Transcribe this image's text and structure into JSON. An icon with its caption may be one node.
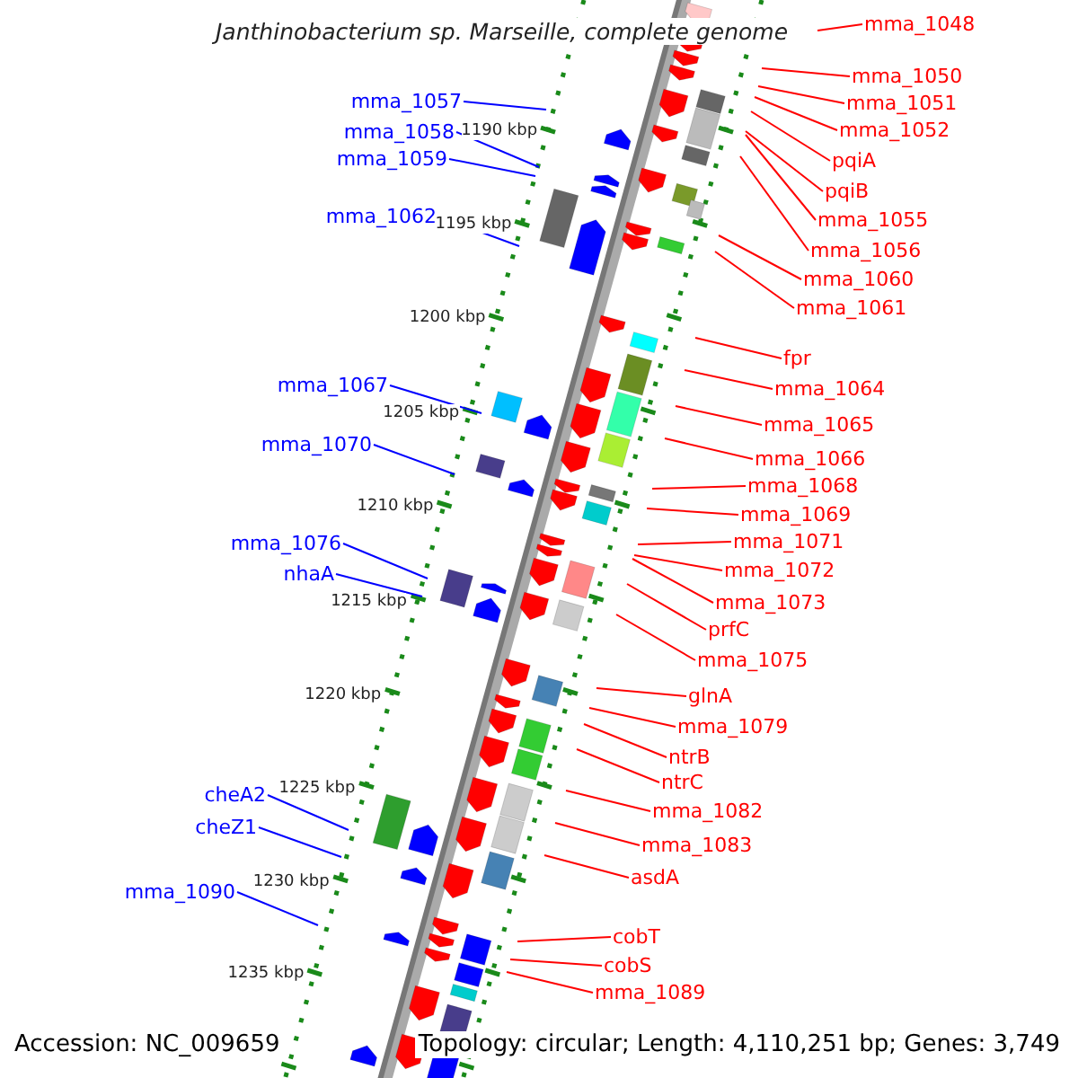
{
  "diagram": {
    "title": "Janthinobacterium sp. Marseille, complete genome",
    "nodes": [
      {
        "text": [
          "mma_1048"
        ]
      },
      {
        "text": [
          "mma_1050"
        ]
      },
      {
        "text": [
          "mma_1057"
        ]
      },
      {
        "text": [
          "mma_1051"
        ]
      },
      {
        "text": [
          "mma_1052"
        ]
      },
      {
        "text": [
          "mma_1058"
        ]
      },
      {
        "text": [
          "mma_1059"
        ]
      },
      {
        "text": [
          "pqiA"
        ]
      },
      {
        "text": [
          "pqiB"
        ]
      },
      {
        "text": [
          "mma_1062"
        ]
      },
      {
        "text": [
          "mma_1055"
        ]
      },
      {
        "text": [
          "mma_1056"
        ]
      },
      {
        "text": [
          "mma_1060"
        ]
      },
      {
        "text": [
          "mma_1061"
        ]
      },
      {
        "text": [
          "fpr"
        ]
      },
      {
        "text": [
          "mma_1067"
        ]
      },
      {
        "text": [
          "mma_1064"
        ]
      },
      {
        "text": [
          "mma_1065"
        ]
      },
      {
        "text": [
          "mma_1070"
        ]
      },
      {
        "text": [
          "mma_1066"
        ]
      },
      {
        "text": [
          "mma_1068"
        ]
      },
      {
        "text": [
          "mma_1069"
        ]
      },
      {
        "text": [
          "mma_1071"
        ]
      },
      {
        "text": [
          "mma_1076"
        ]
      },
      {
        "text": [
          "mma_1072"
        ]
      },
      {
        "text": [
          "nhaA"
        ]
      },
      {
        "text": [
          "mma_1073"
        ]
      },
      {
        "text": [
          "prfC"
        ]
      },
      {
        "text": [
          "mma_1075"
        ]
      },
      {
        "text": [
          "glnA"
        ]
      },
      {
        "text": [
          "mma_1079"
        ]
      },
      {
        "text": [
          "ntrB"
        ]
      },
      {
        "text": [
          "ntrC"
        ]
      },
      {
        "text": [
          "cheA2"
        ]
      },
      {
        "text": [
          "mma_1082"
        ]
      },
      {
        "text": [
          "cheZ1"
        ]
      },
      {
        "text": [
          "mma_1083"
        ]
      },
      {
        "text": [
          "asdA"
        ]
      },
      {
        "text": [
          "mma_1090"
        ]
      },
      {
        "text": [
          "cobT"
        ]
      },
      {
        "text": [
          "cobS"
        ]
      },
      {
        "text": [
          "mma_1089"
        ]
      }
    ],
    "edges": [
      {
        "from": 0,
        "to": null,
        "arrow": "none"
      },
      {
        "from": 1,
        "to": null,
        "arrow": "none"
      },
      {
        "from": 2,
        "to": null,
        "arrow": "none",
        "color": "#0000ff"
      },
      {
        "from": 3,
        "to": null,
        "arrow": "none"
      },
      {
        "from": 4,
        "to": null,
        "arrow": "none"
      },
      {
        "from": 5,
        "to": null,
        "arrow": "none",
        "color": "#0000ff"
      },
      {
        "from": 6,
        "to": null,
        "arrow": "none",
        "color": "#0000ff"
      },
      {
        "from": 7,
        "to": null,
        "arrow": "none"
      },
      {
        "from": 8,
        "to": null,
        "arrow": "none"
      },
      {
        "from": 9,
        "to": null,
        "arrow": "none",
        "color": "#0000ff"
      },
      {
        "from": 10,
        "to": null,
        "arrow": "none"
      },
      {
        "from": 11,
        "to": null,
        "arrow": "none"
      },
      {
        "from": 12,
        "to": null,
        "arrow": "none"
      },
      {
        "from": 13,
        "to": null,
        "arrow": "none"
      },
      {
        "from": 14,
        "to": null,
        "arrow": "none"
      },
      {
        "from": 15,
        "to": null,
        "arrow": "none",
        "color": "#0000ff"
      },
      {
        "from": 16,
        "to": null,
        "arrow": "none"
      },
      {
        "from": 17,
        "to": null,
        "arrow": "none"
      },
      {
        "from": 18,
        "to": null,
        "arrow": "none",
        "color": "#0000ff"
      },
      {
        "from": 19,
        "to": null,
        "arrow": "none"
      },
      {
        "from": 20,
        "to": null,
        "arrow": "none"
      },
      {
        "from": 21,
        "to": null,
        "arrow": "none"
      },
      {
        "from": 22,
        "to": null,
        "arrow": "none"
      },
      {
        "from": 23,
        "to": null,
        "arrow": "none",
        "color": "#0000ff"
      },
      {
        "from": 24,
        "to": null,
        "arrow": "none"
      },
      {
        "from": 25,
        "to": null,
        "arrow": "none",
        "color": "#0000ff"
      },
      {
        "from": 26,
        "to": null,
        "arrow": "none"
      },
      {
        "from": 27,
        "to": null,
        "arrow": "none"
      },
      {
        "from": 28,
        "to": null,
        "arrow": "none"
      },
      {
        "from": 29,
        "to": null,
        "arrow": "none"
      },
      {
        "from": 30,
        "to": null,
        "arrow": "none"
      },
      {
        "from": 31,
        "to": null,
        "arrow": "none"
      },
      {
        "from": 32,
        "to": null,
        "arrow": "none"
      },
      {
        "from": 33,
        "to": null,
        "arrow": "none",
        "color": "#0000ff"
      },
      {
        "from": 34,
        "to": null,
        "arrow": "none"
      },
      {
        "from": 35,
        "to": null,
        "arrow": "none",
        "color": "#0000ff"
      },
      {
        "from": 36,
        "to": null,
        "arrow": "none"
      },
      {
        "from": 37,
        "to": null,
        "arrow": "none"
      },
      {
        "from": 38,
        "to": null,
        "arrow": "none",
        "color": "#0000ff"
      },
      {
        "from": 39,
        "to": null,
        "arrow": "none"
      },
      {
        "from": 40,
        "to": null,
        "arrow": "none"
      },
      {
        "from": 41,
        "to": null,
        "arrow": "none"
      }
    ],
    "labels": [
      "1190 kbp",
      "1195 kbp",
      "1200 kbp",
      "1205 kbp",
      "1210 kbp",
      "1215 kbp",
      "1220 kbp",
      "1225 kbp",
      "1230 kbp",
      "1235 kbp",
      "Accession: NC_009659",
      "Topology: circular; Length: 4,110,251 bp; Genes: 3,749"
    ]
  }
}
